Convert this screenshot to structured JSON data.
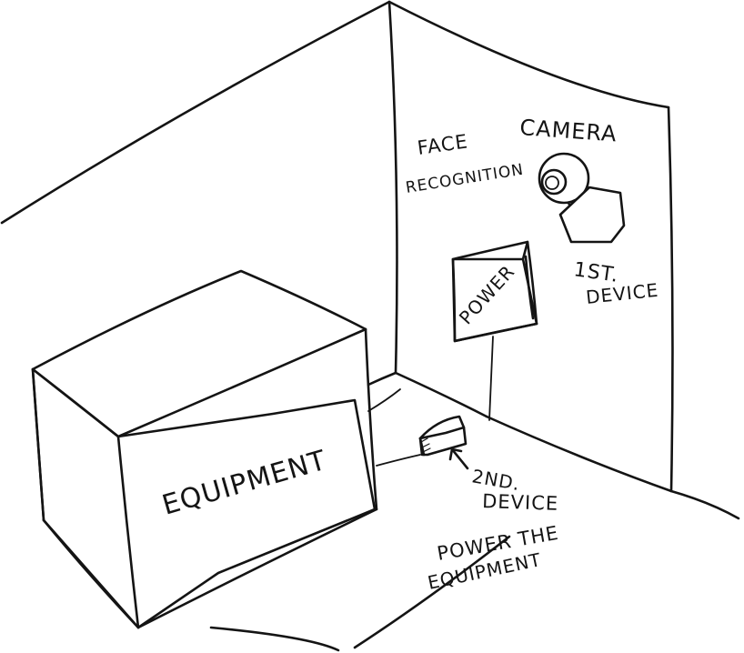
{
  "labels": {
    "face_recognition_line1": "FACE",
    "face_recognition_line2": "RECOGNITION",
    "camera": "CAMERA",
    "first_device_line1": "1ST.",
    "first_device_line2": "DEVICE",
    "power_box": "POWER",
    "equipment": "EQUIPMENT",
    "second_device_line1": "2ND.",
    "second_device_line2": "DEVICE",
    "power_the_equipment_line1": "POWER THE",
    "power_the_equipment_line2": "EQUIPMENT"
  },
  "colors": {
    "ink": "#141414",
    "paper": "#ffffff"
  }
}
